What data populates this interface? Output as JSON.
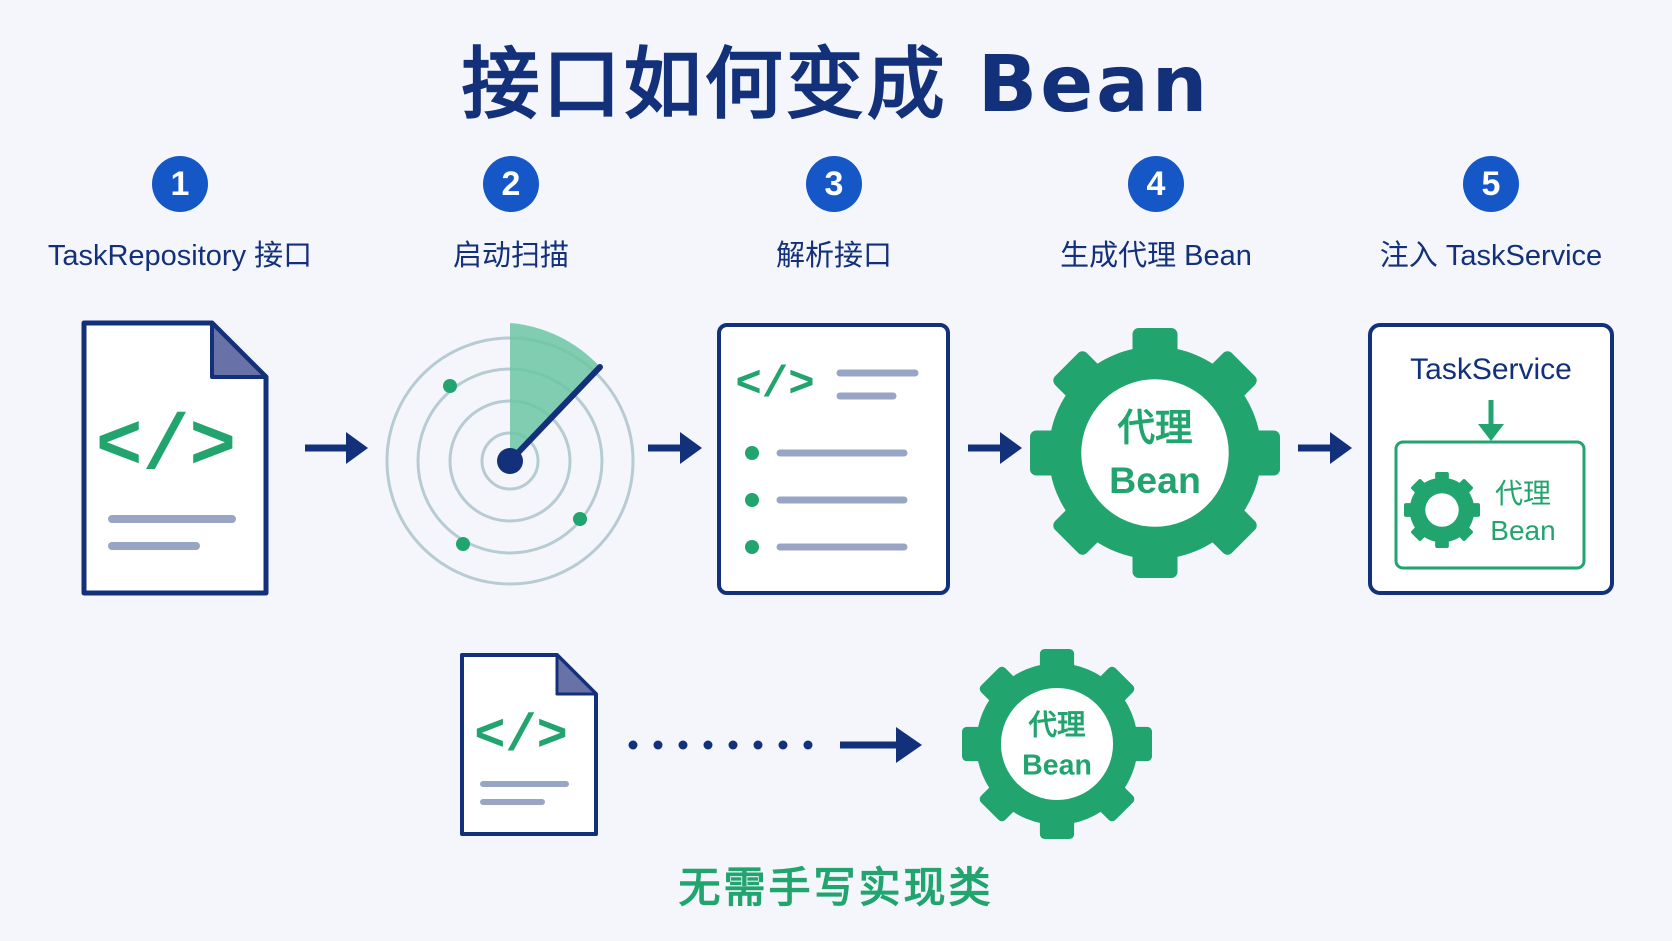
{
  "title": "接口如何变成 Bean",
  "steps": [
    {
      "num": "1",
      "label": "TaskRepository 接口"
    },
    {
      "num": "2",
      "label": "启动扫描"
    },
    {
      "num": "3",
      "label": "解析接口"
    },
    {
      "num": "4",
      "label": "生成代理 Bean"
    },
    {
      "num": "5",
      "label": "注入 TaskService"
    }
  ],
  "icons": {
    "code_symbol": "</>",
    "proxy_line1": "代理",
    "proxy_line2": "Bean",
    "service_title": "TaskService"
  },
  "bottom": {
    "caption": "无需手写实现类"
  },
  "colors": {
    "navy": "#13307a",
    "blue": "#1557c6",
    "green": "#22a46e",
    "gray": "#99a5c4"
  }
}
